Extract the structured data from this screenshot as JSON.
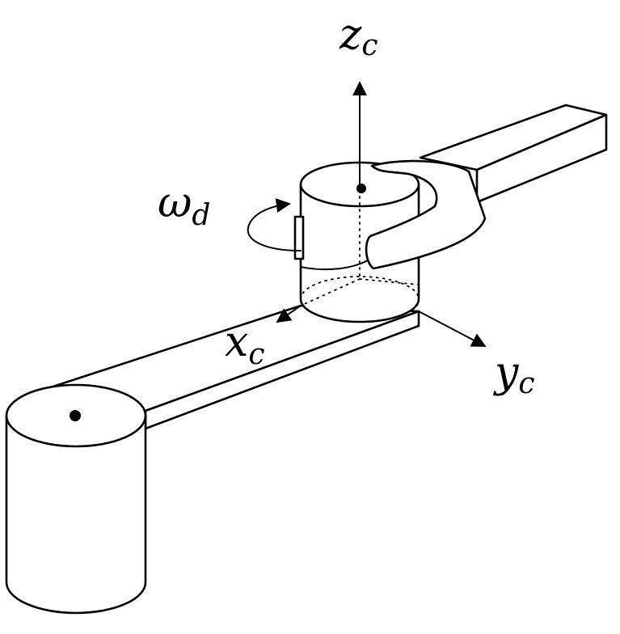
{
  "labels": {
    "z_axis": {
      "base": "z",
      "sub": "c"
    },
    "x_axis": {
      "base": "x",
      "sub": "c"
    },
    "y_axis": {
      "base": "y",
      "sub": "c"
    },
    "rotation": {
      "base": "ω",
      "sub": "d"
    }
  },
  "colors": {
    "ink": "#000000",
    "background": "#ffffff"
  }
}
